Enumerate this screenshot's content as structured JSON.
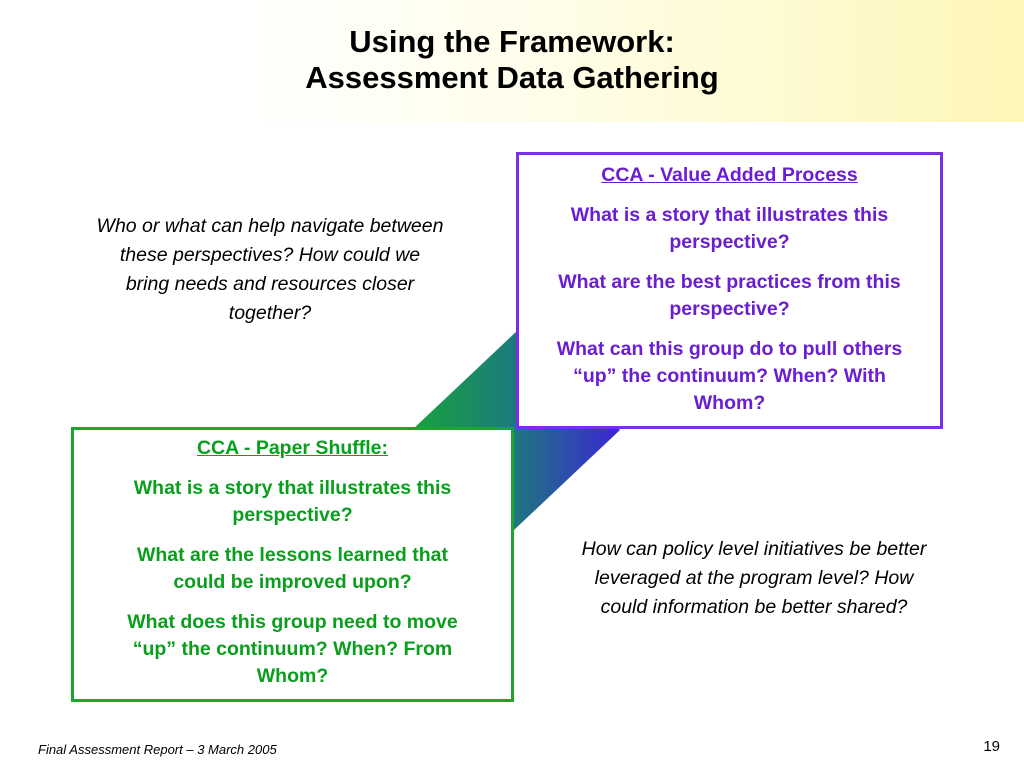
{
  "slide": {
    "title_line1": "Using the Framework:",
    "title_line2": "Assessment Data Gathering",
    "question_left": "Who or what can help navigate between these perspectives? How could we bring needs and resources closer together?",
    "question_right": "How can policy level initiatives be better leveraged at the program level? How could information be better shared?"
  },
  "value_added_box": {
    "title": "CCA - Value Added Process",
    "items": [
      "What is a story that illustrates this perspective?",
      "What are the best practices from this perspective?",
      "What can this group do to pull others “up” the continuum? When? With Whom?"
    ],
    "color": "#6b1ed1"
  },
  "paper_shuffle_box": {
    "title": "CCA - Paper Shuffle:",
    "items": [
      "What is a story that illustrates this perspective?",
      "What are the lessons learned that could be improved upon?",
      "What does this group need to move “up” the continuum? When? From Whom?"
    ],
    "color": "#0a9e1d"
  },
  "footer": {
    "report": "Final Assessment Report – 3 March 2005",
    "page_number": "19"
  },
  "colors": {
    "band_start": "#1a9a3a",
    "band_end": "#3a2bd0"
  }
}
